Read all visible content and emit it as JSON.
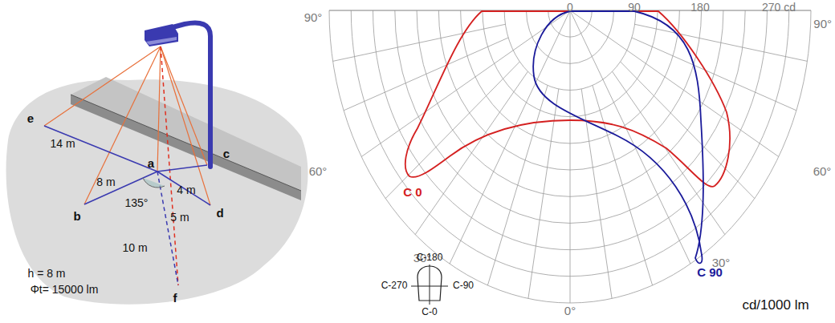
{
  "diagram": {
    "labels": [
      "e",
      "14 m",
      "a",
      "4 m",
      "c",
      "8 m",
      "b",
      "135°",
      "5 m",
      "d",
      "10 m",
      "f",
      "h = 8 m",
      "Φt= 15000 lm",
      "0",
      "90",
      "180",
      "270 cd",
      "90°",
      "90°",
      "60°",
      "60°",
      "30°",
      "30°",
      "0°",
      "C 0",
      "C 90",
      "C-180",
      "C-270",
      "C-90",
      "C-0",
      "cd/1000 lm"
    ]
  }
}
